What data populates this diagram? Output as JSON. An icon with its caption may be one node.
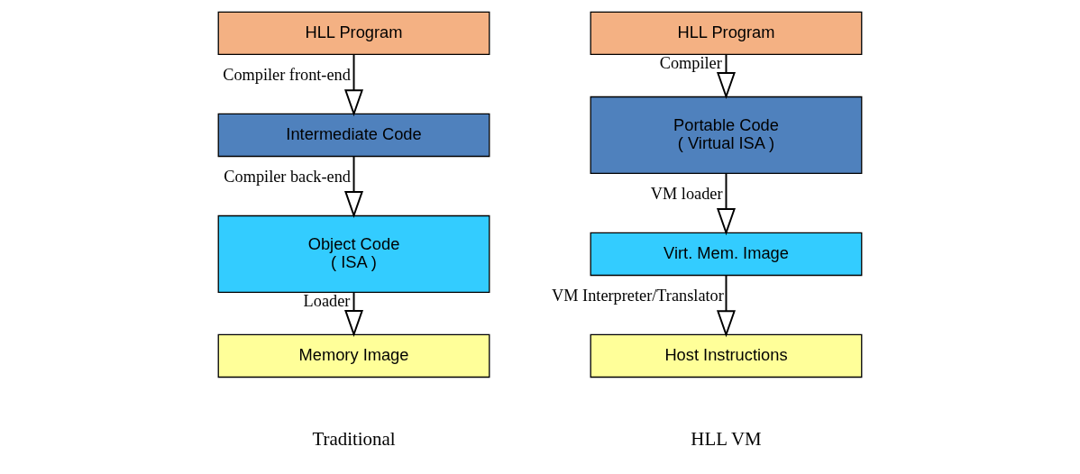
{
  "diagram": {
    "nodes": [
      {
        "text": [
          "HLL Program"
        ]
      },
      {
        "text": [
          "Intermediate Code"
        ]
      },
      {
        "text": [
          "Object Code",
          "( ISA )"
        ]
      },
      {
        "text": [
          "Memory Image"
        ]
      },
      {
        "text": [
          "HLL Program"
        ]
      },
      {
        "text": [
          "Portable Code",
          "( Virtual ISA )"
        ]
      },
      {
        "text": [
          "Virt. Mem. Image"
        ]
      },
      {
        "text": [
          "Host Instructions"
        ]
      }
    ],
    "edges": [
      {
        "from": 0,
        "to": 1,
        "arrow": "to",
        "label": "Compiler front-end"
      },
      {
        "from": 1,
        "to": 2,
        "arrow": "to",
        "label": "Compiler back-end"
      },
      {
        "from": 2,
        "to": 3,
        "arrow": "to",
        "label": "Loader"
      },
      {
        "from": 4,
        "to": 5,
        "arrow": "to",
        "label": "Compiler"
      },
      {
        "from": 5,
        "to": 6,
        "arrow": "to",
        "label": "VM loader"
      },
      {
        "from": 6,
        "to": 7,
        "arrow": "to",
        "label": "VM Interpreter/Translator"
      }
    ],
    "labels": [
      "Traditional",
      "HLL VM"
    ]
  }
}
